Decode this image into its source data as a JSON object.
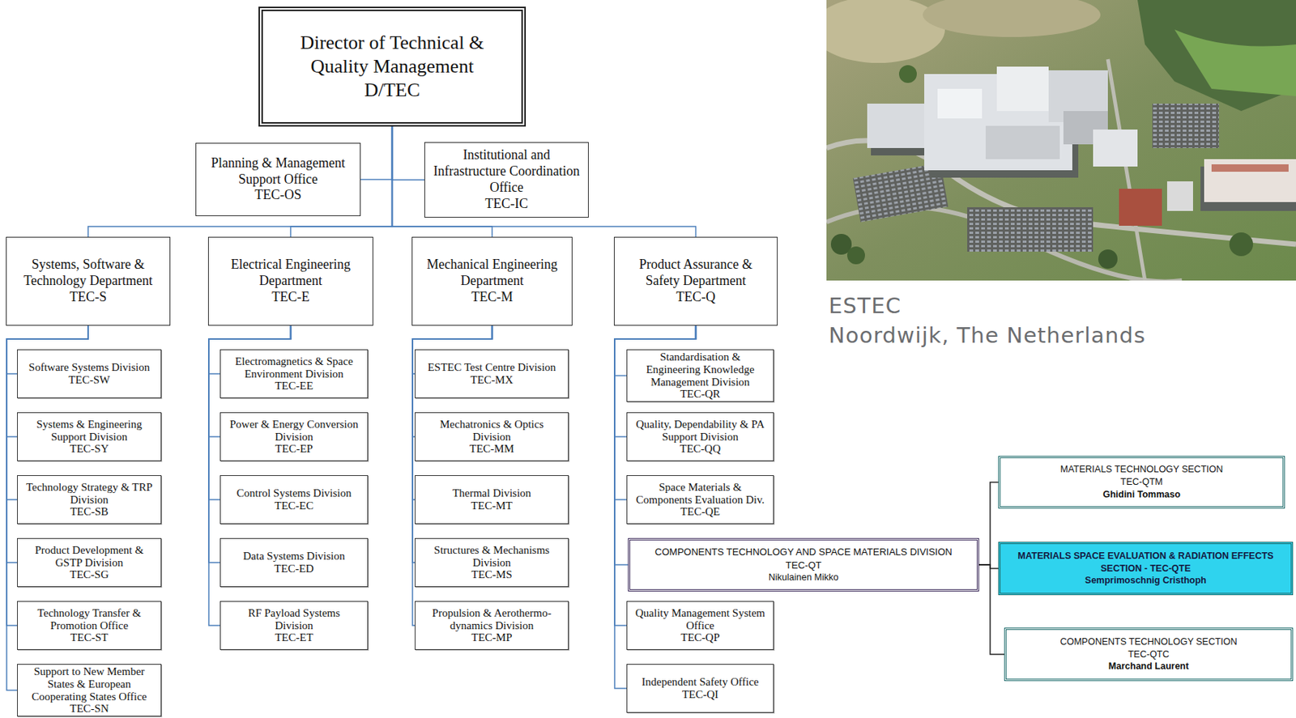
{
  "diagram": {
    "nodes": [
      {
        "text": [
          "Director of Technical & Quality Management",
          "D/TEC"
        ]
      },
      {
        "text": [
          "Planning & Management Support Office",
          "TEC-OS"
        ]
      },
      {
        "text": [
          "Institutional and Infrastructure Coordination Office",
          "TEC-IC"
        ]
      },
      {
        "text": [
          "Systems, Software & Technology Department",
          "TEC-S"
        ]
      },
      {
        "text": [
          "Electrical Engineering Department",
          "TEC-E"
        ]
      },
      {
        "text": [
          "Mechanical Engineering Department",
          "TEC-M"
        ]
      },
      {
        "text": [
          "Product Assurance & Safety Department",
          "TEC-Q"
        ]
      },
      {
        "text": [
          "Software Systems Division",
          "TEC-SW"
        ]
      },
      {
        "text": [
          "Systems & Engineering Support Division",
          "TEC-SY"
        ]
      },
      {
        "text": [
          "Technology Strategy & TRP Division",
          "TEC-SB"
        ]
      },
      {
        "text": [
          "Product Development & GSTP Division",
          "TEC-SG"
        ]
      },
      {
        "text": [
          "Technology Transfer & Promotion Office",
          "TEC-ST"
        ]
      },
      {
        "text": [
          "Support to New Member States & European Cooperating States Office",
          "TEC-SN"
        ]
      },
      {
        "text": [
          "Electromagnetics & Space Environment Division",
          "TEC-EE"
        ]
      },
      {
        "text": [
          "Power & Energy Conversion Division",
          "TEC-EP"
        ]
      },
      {
        "text": [
          "Control Systems Division",
          "TEC-EC"
        ]
      },
      {
        "text": [
          "Data Systems Division",
          "TEC-ED"
        ]
      },
      {
        "text": [
          "RF Payload Systems Division",
          "TEC-ET"
        ]
      },
      {
        "text": [
          "ESTEC Test Centre Division",
          "TEC-MX"
        ]
      },
      {
        "text": [
          "Mechatronics & Optics Division",
          "TEC-MM"
        ]
      },
      {
        "text": [
          "Thermal Division",
          "TEC-MT"
        ]
      },
      {
        "text": [
          "Structures & Mechanisms Division",
          "TEC-MS"
        ]
      },
      {
        "text": [
          "Propulsion & Aerothermo- dynamics Division",
          "TEC-MP"
        ]
      },
      {
        "text": [
          "Standardisation & Engineering Knowledge Management Division",
          "TEC-QR"
        ]
      },
      {
        "text": [
          "Quality, Dependability & PA Support Division",
          "TEC-QQ"
        ]
      },
      {
        "text": [
          "Space Materials & Components Evaluation Div.",
          "TEC-QE"
        ]
      },
      {
        "text": [
          "COMPONENTS TECHNOLOGY AND SPACE MATERIALS DIVISION",
          "TEC-QT",
          "Nikulainen Mikko"
        ]
      },
      {
        "text": [
          "MATERIALS TECHNOLOGY SECTION",
          "TEC-QTM",
          "Ghidini Tommaso"
        ]
      },
      {
        "text": [
          "MATERIALS SPACE EVALUATION & RADIATION EFFECTS SECTION - TEC-QTE",
          "Semprimoschnig Cristhoph"
        ]
      },
      {
        "text": [
          "COMPONENTS TECHNOLOGY SECTION",
          "TEC-QTC",
          "Marchand Laurent"
        ]
      },
      {
        "text": [
          "Quality Management System Office",
          "TEC-QP"
        ]
      },
      {
        "text": [
          "Independent Safety Office",
          "TEC-QI"
        ]
      }
    ],
    "edges": [
      {
        "from": 0,
        "to": 1,
        "arrow": "none"
      },
      {
        "from": 0,
        "to": 2,
        "arrow": "none"
      },
      {
        "from": 0,
        "to": 3,
        "arrow": "none"
      },
      {
        "from": 0,
        "to": 4,
        "arrow": "none"
      },
      {
        "from": 0,
        "to": 5,
        "arrow": "none"
      },
      {
        "from": 0,
        "to": 6,
        "arrow": "none"
      },
      {
        "from": 3,
        "to": 7,
        "arrow": "none"
      },
      {
        "from": 3,
        "to": 8,
        "arrow": "none"
      },
      {
        "from": 3,
        "to": 9,
        "arrow": "none"
      },
      {
        "from": 3,
        "to": 10,
        "arrow": "none"
      },
      {
        "from": 3,
        "to": 11,
        "arrow": "none"
      },
      {
        "from": 3,
        "to": 12,
        "arrow": "none"
      },
      {
        "from": 4,
        "to": 13,
        "arrow": "none"
      },
      {
        "from": 4,
        "to": 14,
        "arrow": "none"
      },
      {
        "from": 4,
        "to": 15,
        "arrow": "none"
      },
      {
        "from": 4,
        "to": 16,
        "arrow": "none"
      },
      {
        "from": 4,
        "to": 17,
        "arrow": "none"
      },
      {
        "from": 5,
        "to": 18,
        "arrow": "none"
      },
      {
        "from": 5,
        "to": 19,
        "arrow": "none"
      },
      {
        "from": 5,
        "to": 20,
        "arrow": "none"
      },
      {
        "from": 5,
        "to": 21,
        "arrow": "none"
      },
      {
        "from": 5,
        "to": 22,
        "arrow": "none"
      },
      {
        "from": 6,
        "to": 23,
        "arrow": "none"
      },
      {
        "from": 6,
        "to": 24,
        "arrow": "none"
      },
      {
        "from": 6,
        "to": 25,
        "arrow": "none"
      },
      {
        "from": 6,
        "to": 26,
        "arrow": "none"
      },
      {
        "from": 6,
        "to": 30,
        "arrow": "none"
      },
      {
        "from": 6,
        "to": 31,
        "arrow": "none"
      },
      {
        "from": 26,
        "to": 27,
        "arrow": "none"
      },
      {
        "from": 26,
        "to": 28,
        "arrow": "none"
      },
      {
        "from": 26,
        "to": 29,
        "arrow": "none"
      }
    ],
    "labels": [
      "ESTEC",
      "Noordwijk, The Netherlands"
    ]
  }
}
